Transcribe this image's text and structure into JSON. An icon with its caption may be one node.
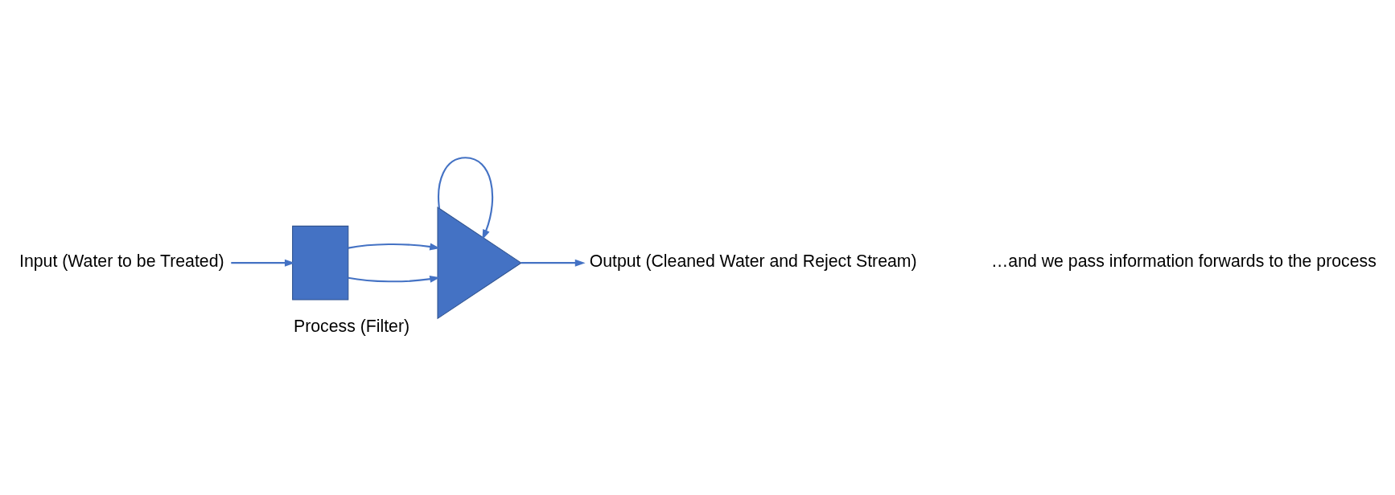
{
  "diagram": {
    "nodes": [
      {
        "text": [
          "Input (Water to be Treated)"
        ]
      },
      {
        "text": [],
        "shape": "box"
      },
      {
        "text": [],
        "shape": "triangle",
        "beside": [
          "Process (Filter)"
        ]
      },
      {
        "text": [
          "Output (Cleaned Water and Reject Stream)"
        ]
      }
    ],
    "edges": [
      {
        "from": 0,
        "to": 1,
        "arrow": "to"
      },
      {
        "from": 1,
        "to": 2,
        "arrow": "to"
      },
      {
        "from": 2,
        "to": 3,
        "arrow": "to"
      },
      {
        "from": 2,
        "to": 2,
        "arrow": "to"
      },
      {
        "from": 1,
        "to": 2,
        "arrow": "to"
      }
    ],
    "labels": [
      "…and we pass information forwards to the process"
    ]
  }
}
